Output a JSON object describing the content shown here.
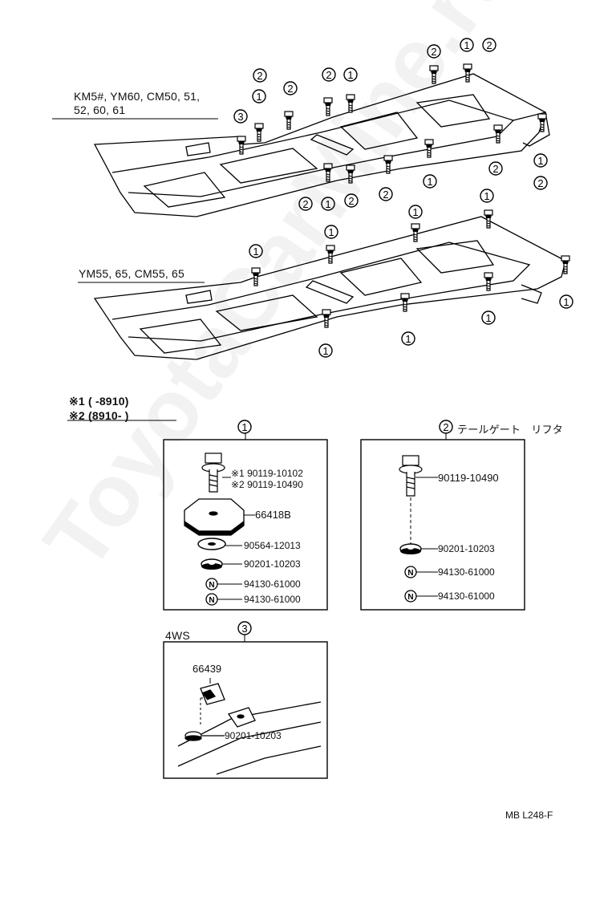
{
  "variant_top_line1": "KM5#, YM60, CM50, 51,",
  "variant_top_line2": "52, 60, 61",
  "variant_bottom": "YM55, 65, CM55, 65",
  "note1": "※1 (     -8910)",
  "note2": "※2 (8910-      )",
  "callout_1": "1",
  "callout_2": "2",
  "callout_3": "3",
  "box1": {
    "parts": [
      "※1 90119-10102",
      "※2 90119-10490",
      "66418B",
      "90564-12013",
      "90201-10203",
      "94130-61000",
      "94130-61000"
    ]
  },
  "box2": {
    "title": "テールゲート　リフタ",
    "parts": [
      "90119-10490",
      "90201-10203",
      "94130-61000",
      "94130-61000"
    ]
  },
  "box3": {
    "title": "4WS",
    "parts": [
      "66439",
      "90201-10203"
    ]
  },
  "nut_mark": "N",
  "ref_code": "MB  L248-F",
  "watermark": "ToyotaCarMine.ru"
}
